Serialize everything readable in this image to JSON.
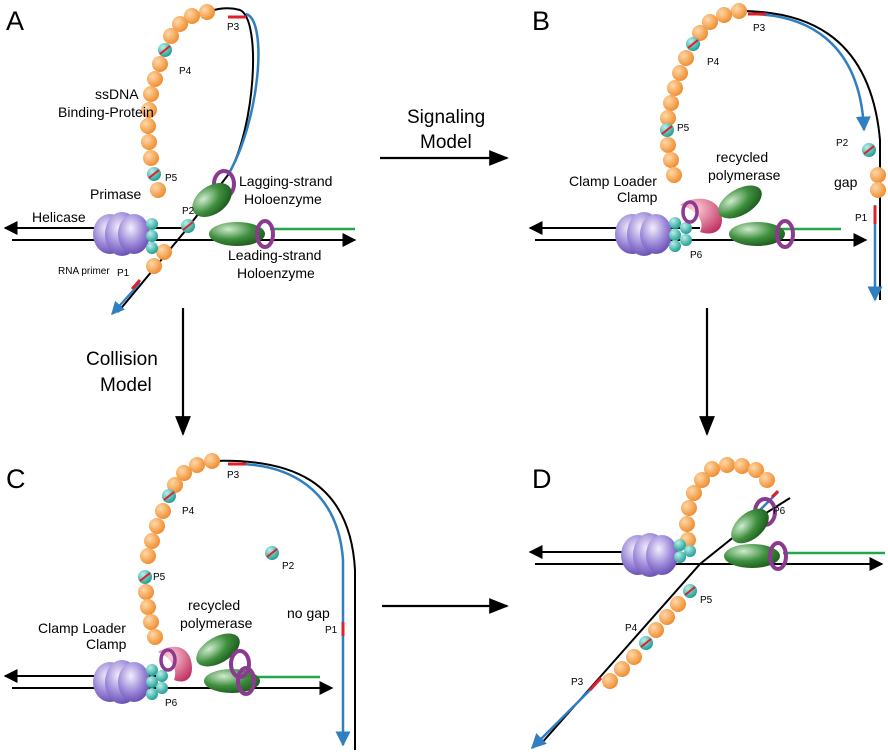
{
  "panels": {
    "A": {
      "letter": "A",
      "ssdna_line1": "ssDNA",
      "ssdna_line2": "Binding-Protein",
      "primase": "Primase",
      "helicase": "Helicase",
      "lagging_line1": "Lagging-strand",
      "lagging_line2": "Holoenzyme",
      "leading_line1": "Leading-strand",
      "leading_line2": "Holoenzyme",
      "rna_primer": "RNA primer",
      "p1": "P1",
      "p2": "P2",
      "p3": "P3",
      "p4": "P4",
      "p5": "P5"
    },
    "B": {
      "letter": "B",
      "clamp_loader": "Clamp Loader",
      "clamp": "Clamp",
      "recycled_line1": "recycled",
      "recycled_line2": "polymerase",
      "gap": "gap",
      "p1": "P1",
      "p2": "P2",
      "p3": "P3",
      "p4": "P4",
      "p5": "P5",
      "p6": "P6"
    },
    "C": {
      "letter": "C",
      "clamp_loader": "Clamp Loader",
      "clamp": "Clamp",
      "recycled_line1": "recycled",
      "recycled_line2": "polymerase",
      "no_gap": "no gap",
      "p1": "P1",
      "p2": "P2",
      "p3": "P3",
      "p4": "P4",
      "p5": "P5",
      "p6": "P6"
    },
    "D": {
      "letter": "D",
      "p3": "P3",
      "p4": "P4",
      "p5": "P5",
      "p6": "P6"
    }
  },
  "transitions": {
    "signaling_line1": "Signaling",
    "signaling_line2": "Model",
    "collision_line1": "Collision",
    "collision_line2": "Model"
  },
  "colors": {
    "ssb": "#f39a45",
    "helicase": "#7a64c0",
    "primase": "#2bb3a8",
    "polymerase": "#2e7d2e",
    "clamp": "#8b3a8f",
    "clamp_loader": "#c8406a",
    "lagging_strand": "#2f7fc1",
    "leading_strand": "#22a84a",
    "primer": "#e0202a"
  }
}
